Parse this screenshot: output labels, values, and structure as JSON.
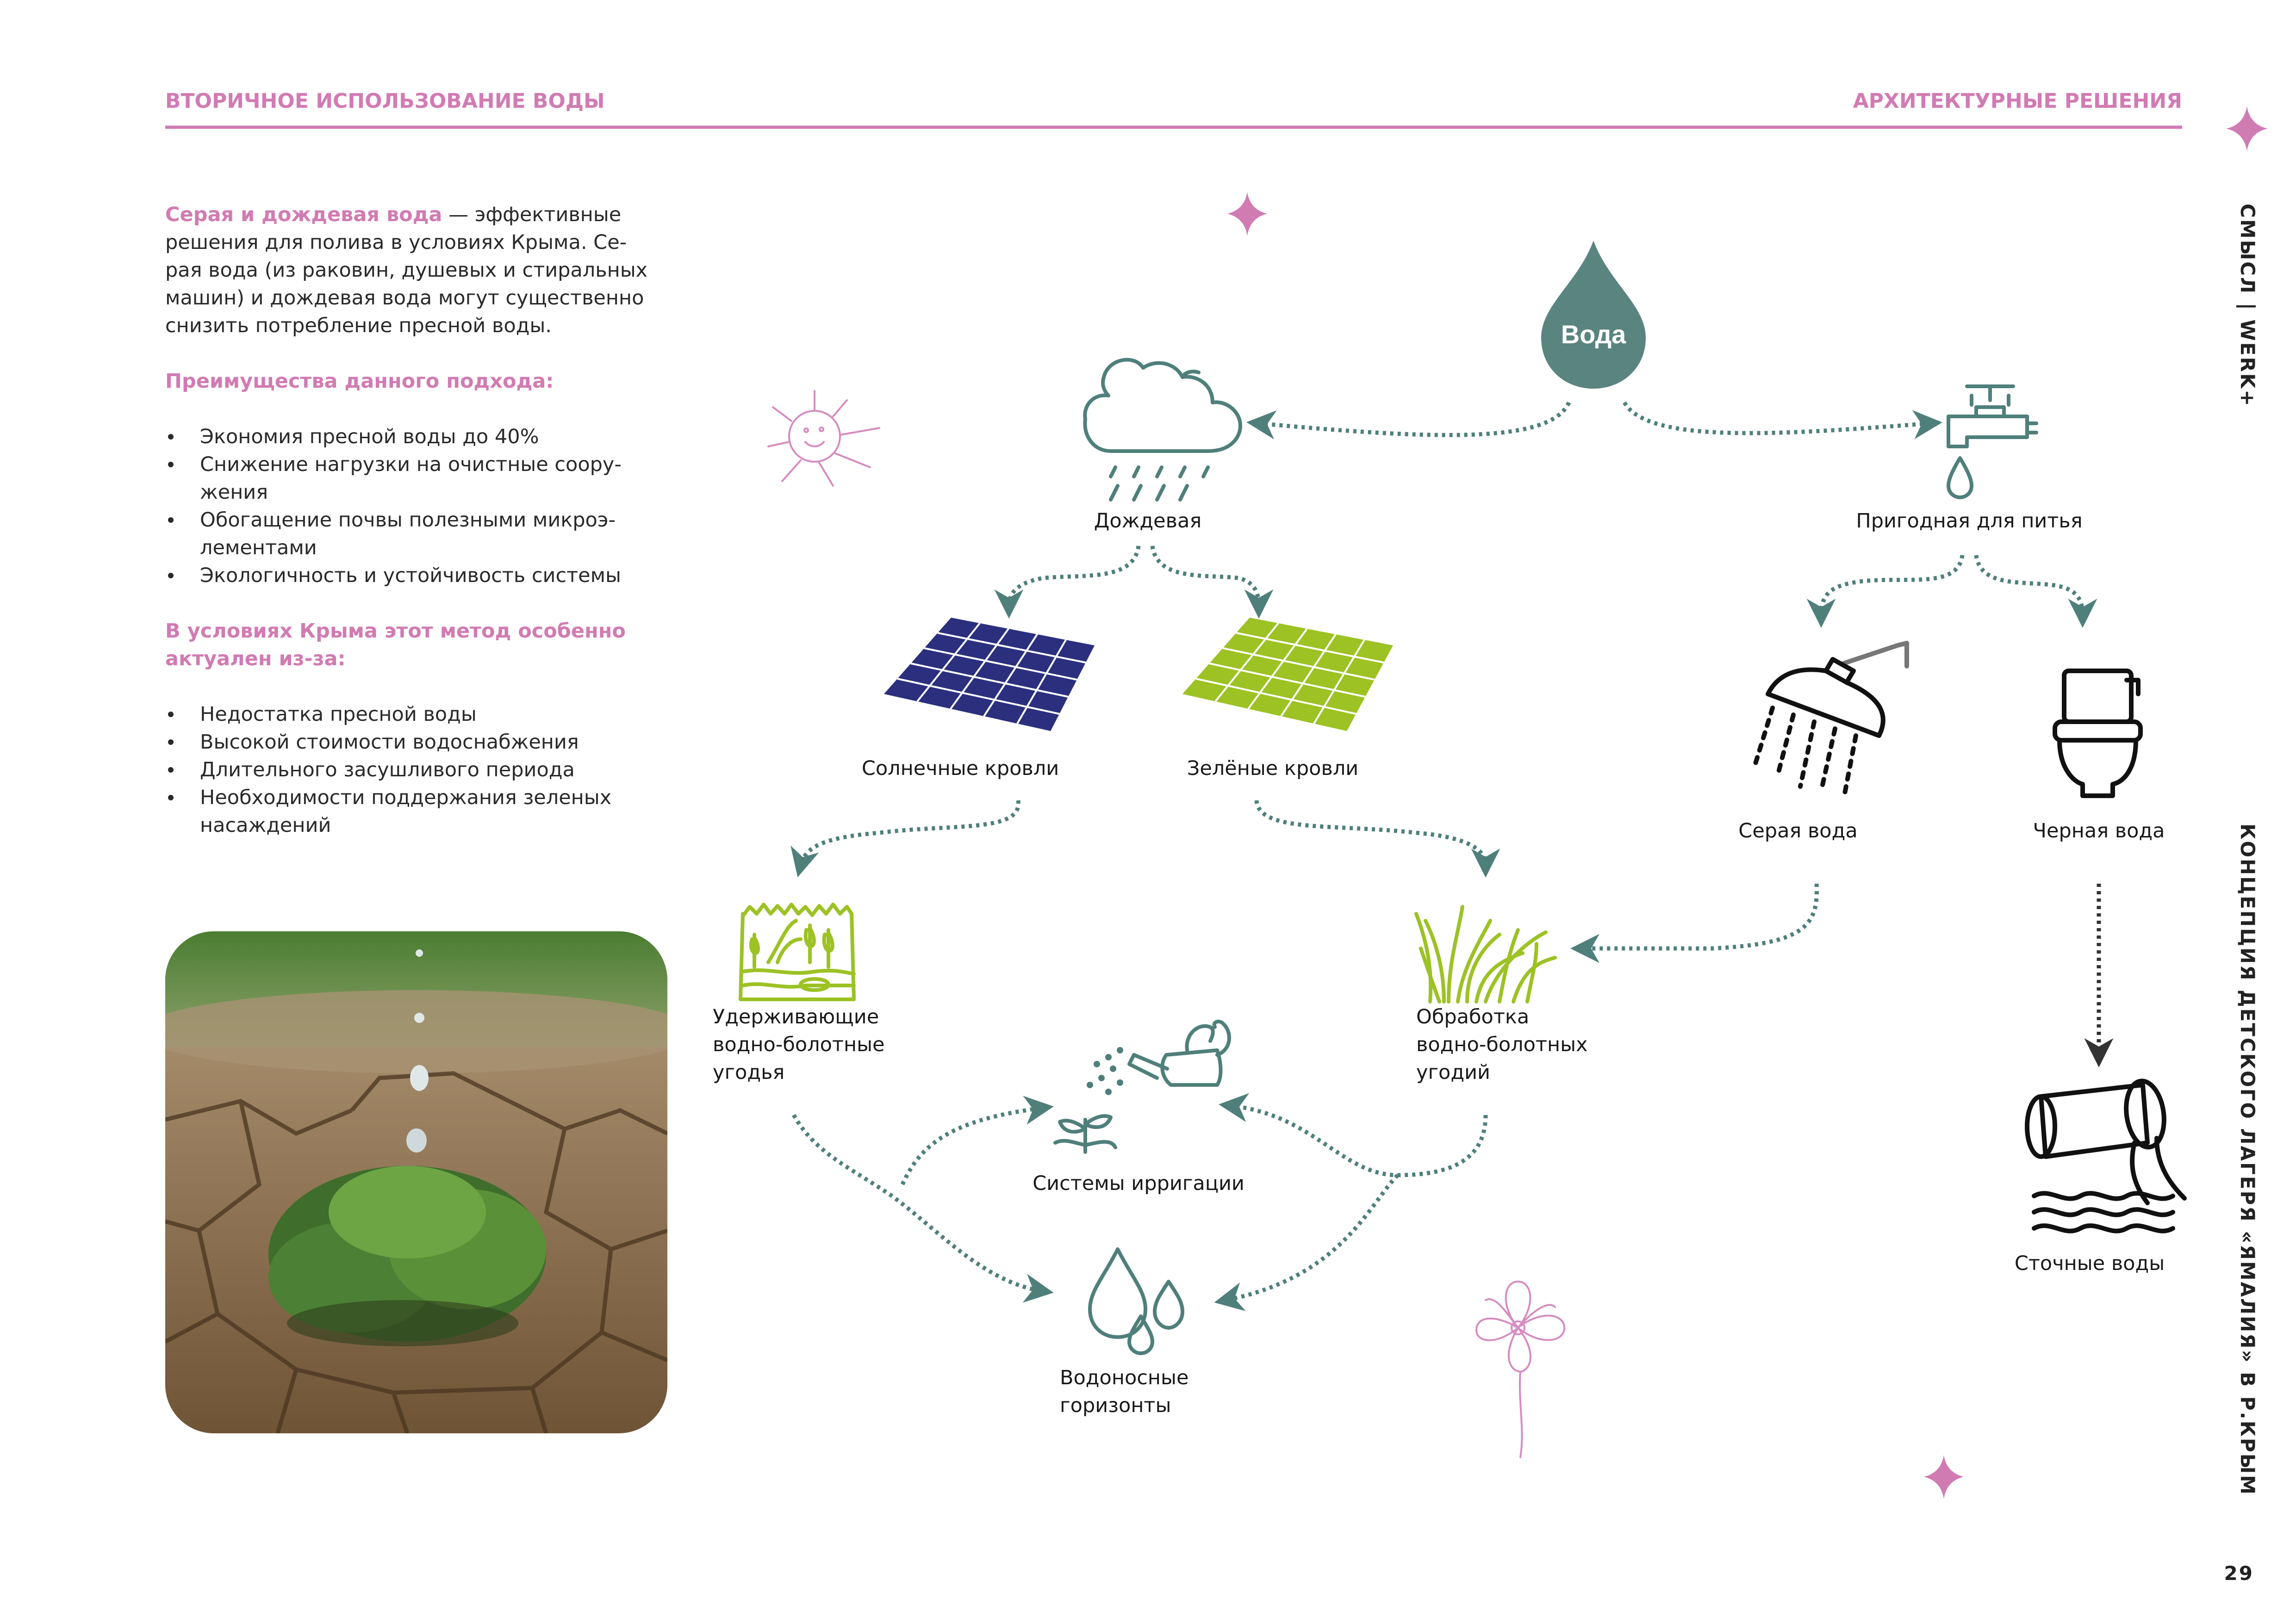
{
  "header": {
    "left": "ВТОРИЧНОЕ ИСПОЛЬЗОВАНИЕ ВОДЫ",
    "right": "АРХИТЕКТУРНЫЕ РЕШЕНИЯ"
  },
  "sidebar": {
    "brand": "СМЫСЛ | WERK+",
    "project": "КОНЦЕПЦИЯ ДЕТСКОГО ЛАГЕРЯ «ЯМАЛИЯ» В Р.КРЫМ"
  },
  "page_number": "29",
  "intro": {
    "lead": "Серая и дождевая вода",
    "line1_rest": " — эффективные",
    "lines": [
      "решения для полива в условиях Крыма. Се-",
      "рая вода (из раковин, душевых и стиральных",
      "машин) и дождевая вода могут существенно",
      "снизить потребление пресной воды."
    ]
  },
  "advantages": {
    "title": "Преимущества данного подхода:",
    "items": [
      "Экономия пресной воды до 40%",
      "Снижение нагрузки на очистные соору-",
      "жения",
      "Обогащение почвы полезными микроэ-",
      "лементами",
      "Экологичность и устойчивость системы"
    ]
  },
  "relevance": {
    "title_line1": "В условиях Крыма этот метод особенно",
    "title_line2": "актуален из-за:",
    "items": [
      "Недостатка пресной воды",
      "Высокой стоимости водоснабжения",
      "Длительного засушливого периода",
      "Необходимости поддержания зеленых",
      "насаждений"
    ]
  },
  "diagram": {
    "root": "Вода",
    "rain": "Дождевая",
    "potable": "Пригодная для питья",
    "solar_roofs": "Солнечные кровли",
    "green_roofs": "Зелёные кровли",
    "grey_water": "Серая вода",
    "black_water": "Черная вода",
    "retention_wetlands": [
      "Удерживающие",
      "водно-болотные",
      "угодья"
    ],
    "treatment_wetlands": [
      "Обработка",
      "водно-болотных",
      "угодий"
    ],
    "irrigation": "Системы ирригации",
    "aquifers": [
      "Водоносные",
      "горизонты"
    ],
    "sewage": "Сточные воды"
  },
  "colors": {
    "accent_pink": "#d17bb3",
    "teal": "#4f7f7b",
    "solar_blue": "#2b2f7e",
    "green_roof": "#9cc224"
  }
}
